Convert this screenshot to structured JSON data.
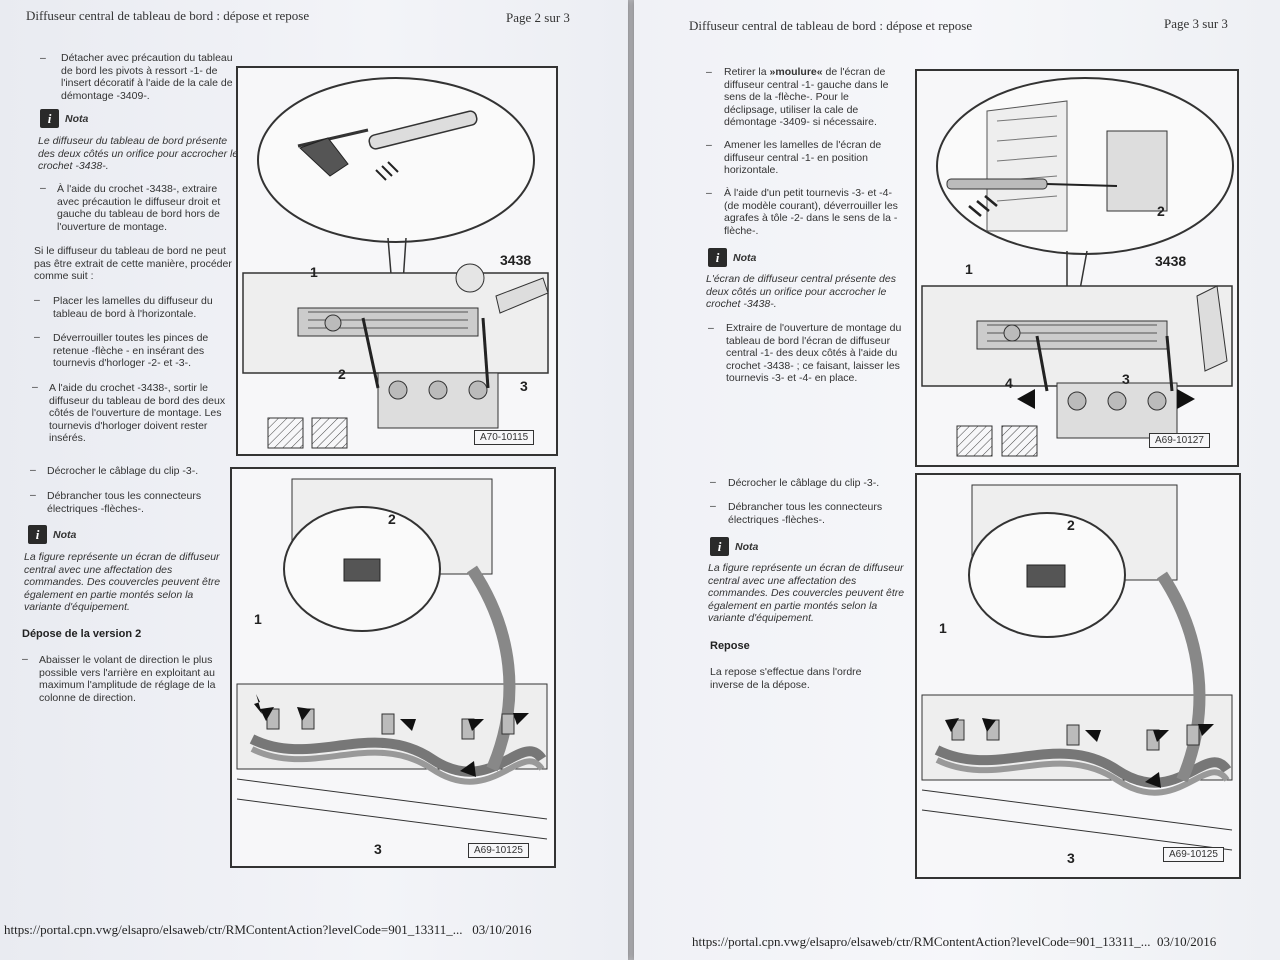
{
  "page2": {
    "header_title": "Diffuseur central de tableau de bord : dépose et repose",
    "page_number": "Page 2 sur 3",
    "step1": "Détacher avec précaution du tableau de bord les pivots à ressort -1- de l'insert décoratif à l'aide de la cale de démontage -3409-.",
    "nota1_label": "Nota",
    "nota1_text": "Le diffuseur du tableau de bord présente des deux côtés un orifice pour accrocher le crochet -3438-.",
    "step2": "À l'aide du crochet -3438-, extraire avec précaution le diffuseur droit et gauche du tableau de bord hors de l'ouverture de montage.",
    "para1": "Si le diffuseur du tableau de bord ne peut pas être extrait de cette manière, procéder comme suit :",
    "step3": "Placer les lamelles du diffuseur du tableau de bord à l'horizontale.",
    "step4": "Déverrouiller toutes les pinces de retenue -flèche - en insérant des tournevis d'horloger -2- et -3-.",
    "step5": "A l'aide du crochet -3438-, sortir le diffuseur du tableau de bord des deux côtés de l'ouverture de montage. Les tournevis d'horloger doivent rester insérés.",
    "step6": "Décrocher le câblage du clip -3-.",
    "step7": "Débrancher tous les connecteurs électriques -flèches-.",
    "nota2_label": "Nota",
    "nota2_text": "La figure représente un écran de diffuseur central avec une affectation des commandes. Des couvercles peuvent être également en partie montés selon la variante d'équipement.",
    "section_heading": "Dépose de la version 2",
    "step8": "Abaisser le volant de direction le plus possible vers l'arrière en exploitant au maximum l'amplitude de réglage de la colonne de direction.",
    "fig1_code": "A70-10115",
    "fig2_code": "A69-10125",
    "fig1_labels": {
      "l1": "1",
      "l2": "2",
      "l3": "3",
      "tool": "3438"
    },
    "fig2_labels": {
      "l1": "1",
      "l2": "2",
      "l3": "3"
    },
    "footer_url": "https://portal.cpn.vwg/elsapro/elsaweb/ctr/RMContentAction?levelCode=901_13311_...",
    "footer_date": "03/10/2016"
  },
  "page3": {
    "header_title": "Diffuseur central de tableau de bord : dépose et repose",
    "page_number": "Page 3 sur 3",
    "step1_pre": "Retirer la ",
    "step1_bold": "»moulure«",
    "step1_post": " de l'écran de diffuseur central -1- gauche dans le sens de la -flèche-. Pour le déclipsage, utiliser la cale de démontage -3409- si nécessaire.",
    "step2": "Amener les lamelles de l'écran de diffuseur central -1- en position horizontale.",
    "step3": "À l'aide d'un petit tournevis -3- et -4- (de modèle courant), déverrouiller les agrafes à tôle -2- dans le sens de la -flèche-.",
    "nota1_label": "Nota",
    "nota1_text": "L'écran de diffuseur central présente des deux côtés un orifice pour accrocher le crochet -3438-.",
    "step4": "Extraire de l'ouverture de montage du tableau de bord l'écran de diffuseur central -1- des deux côtés à l'aide du crochet -3438- ; ce faisant, laisser les tournevis -3- et -4- en place.",
    "step5": "Décrocher le câblage du clip -3-.",
    "step6": "Débrancher tous les connecteurs électriques -flèches-.",
    "nota2_label": "Nota",
    "nota2_text": "La figure représente un écran de diffuseur central avec une affectation des commandes. Des couvercles peuvent être également en partie montés selon la variante d'équipement.",
    "section_heading": "Repose",
    "para_repose": "La repose s'effectue dans l'ordre inverse de la dépose.",
    "fig1_code": "A69-10127",
    "fig2_code": "A69-10125",
    "fig1_labels": {
      "l1": "1",
      "l2": "2",
      "l3": "3",
      "l4": "4",
      "tool": "3438"
    },
    "fig2_labels": {
      "l1": "1",
      "l2": "2",
      "l3": "3"
    },
    "footer_url": "https://portal.cpn.vwg/elsapro/elsaweb/ctr/RMContentAction?levelCode=901_13311_...",
    "footer_date": "03/10/2016"
  }
}
